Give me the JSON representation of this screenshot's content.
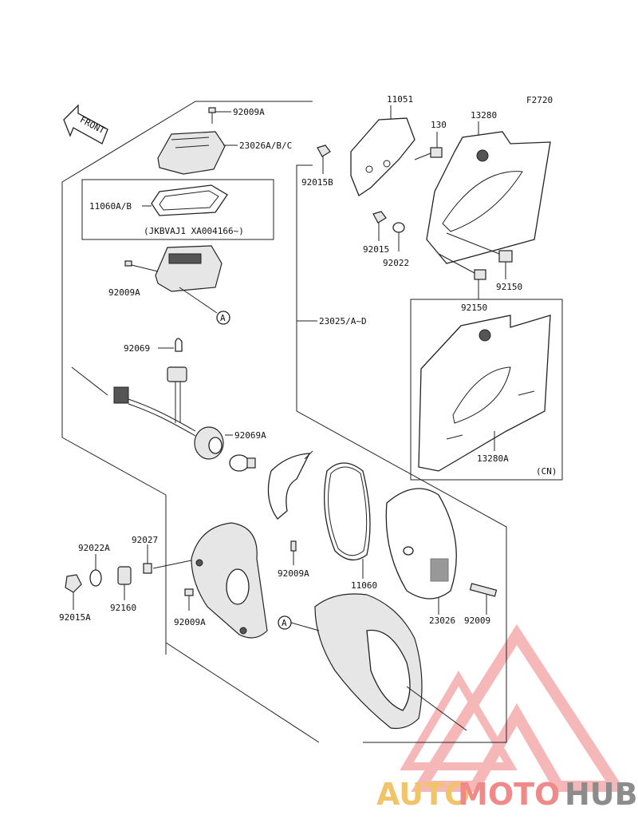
{
  "figure_code": "F2720",
  "front_label": "FRONT",
  "callout_A": "A",
  "labels": {
    "p92009A_top": "92009A",
    "p23026ABC": "23026A/B/C",
    "p11060AB": "11060A/B",
    "serial_note": "(JKBVAJ1 XA004166~)",
    "p92009A_mid": "92009A",
    "p92069": "92069",
    "p92069A": "92069A",
    "p11051": "11051",
    "p130": "130",
    "p13280": "13280",
    "p92015B": "92015B",
    "p92015": "92015",
    "p92022": "92022",
    "p92150_a": "92150",
    "p92150_b": "92150",
    "p23025": "23025/A~D",
    "p13280A": "13280A",
    "cn_note": "(CN)",
    "p92027": "92027",
    "p92022A": "92022A",
    "p92160": "92160",
    "p92015A": "92015A",
    "p92009A_low": "92009A",
    "p92009A_bot": "92009A",
    "p11060": "11060",
    "p23026": "23026",
    "p92009": "92009"
  },
  "watermark": {
    "part1": "AUTO",
    "part2": "MOTO",
    "part3": "HUB",
    "colors": {
      "auto": "#f2c46a",
      "moto": "#f08a8a",
      "hub": "#8c8c8c",
      "triangle": "#f2a0a0"
    }
  }
}
